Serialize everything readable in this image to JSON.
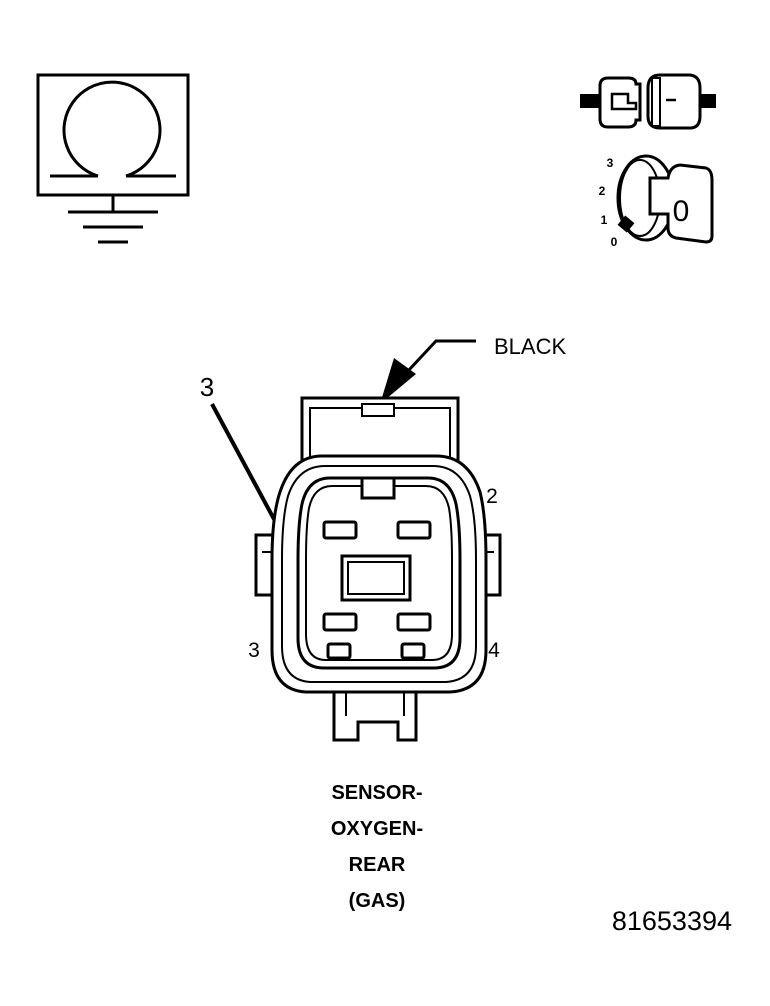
{
  "ohmmeter_icon": {
    "name": "ohmmeter-ground-icon"
  },
  "connector_switch_icon": {
    "name": "connector-disconnect-icon"
  },
  "ignition_icon": {
    "name": "ignition-key-icon",
    "positions": [
      "3",
      "2",
      "1",
      "0"
    ],
    "key_label": "0"
  },
  "connector": {
    "color_label": "BLACK",
    "callout_label": "3",
    "cavity_labels": {
      "top_right": "2",
      "left": "3",
      "right": "4"
    }
  },
  "caption": {
    "line1": "SENSOR-",
    "line2": "OXYGEN-",
    "line3": "REAR",
    "line4": "(GAS)"
  },
  "figure_id": "81653394"
}
